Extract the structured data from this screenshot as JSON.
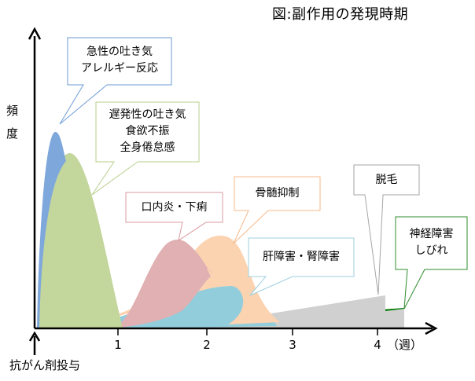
{
  "title": "図:副作用の発現時期",
  "y_axis": {
    "label_chars": [
      "頻",
      "度"
    ]
  },
  "x_axis": {
    "ticks": [
      "1",
      "2",
      "3",
      "4"
    ],
    "unit": "（週）",
    "origin_label": "抗がん剤投与"
  },
  "callouts": [
    {
      "id": "acute",
      "lines": [
        "急性の吐き気",
        "アレルギー反応"
      ],
      "border_color": "#6e9bd6"
    },
    {
      "id": "delayed",
      "lines": [
        "遅発性の吐き気",
        "食欲不振",
        "全身倦怠感"
      ],
      "border_color": "#b9cf8e"
    },
    {
      "id": "stomatitis",
      "lines": [
        "口内炎・下痢"
      ],
      "border_color": "#d99aa0"
    },
    {
      "id": "marrow",
      "lines": [
        "骨髄抑制"
      ],
      "border_color": "#f7b98a"
    },
    {
      "id": "liver",
      "lines": [
        "肝障害・腎障害"
      ],
      "border_color": "#9fd0e0"
    },
    {
      "id": "hair",
      "lines": [
        "脱毛"
      ],
      "border_color": "#a6a6a6"
    },
    {
      "id": "nerve",
      "lines": [
        "神経障害",
        "しびれ"
      ],
      "border_color": "#2e8b2e"
    }
  ],
  "chart_data": {
    "type": "area",
    "title": "図:副作用の発現時期",
    "xlabel": "（週）",
    "ylabel": "頻度",
    "x_ticks": [
      1,
      2,
      3,
      4
    ],
    "x_range": [
      0,
      4.3
    ],
    "origin_annotation": "抗がん剤投与",
    "series": [
      {
        "name": "急性の吐き気・アレルギー反応",
        "color": "#7ea7dc",
        "peak_week": 0.24,
        "relative_height": 0.95,
        "span_weeks": [
          0.03,
          0.5
        ]
      },
      {
        "name": "遅発性の吐き気・食欲不振・全身倦怠感",
        "color": "#c3d69b",
        "peak_week": 0.41,
        "relative_height": 0.87,
        "span_weeks": [
          0.03,
          1.05
        ]
      },
      {
        "name": "口内炎・下痢",
        "color": "#e0b0b3",
        "peak_week": 1.6,
        "relative_height": 0.42,
        "span_weeks": [
          0.9,
          2.3
        ]
      },
      {
        "name": "骨髄抑制",
        "color": "#fbd3b0",
        "peak_week": 2.14,
        "relative_height": 0.44,
        "span_weeks": [
          0.2,
          2.9
        ]
      },
      {
        "name": "肝障害・腎障害",
        "color": "#92cddc",
        "peak_week": 2.27,
        "relative_height": 0.2,
        "span_weeks": [
          0.4,
          2.8
        ]
      },
      {
        "name": "脱毛",
        "color": "#d0d0d0",
        "shape": "ramp",
        "start_week": 1.7,
        "end_week": 4.1,
        "end_relative_height": 0.14
      },
      {
        "name": "神経障害・しびれ",
        "color": "#007a00",
        "shape": "ramp",
        "start_week": 0.8,
        "end_week": 4.3,
        "end_relative_height": 0.08
      }
    ],
    "grid": false,
    "legend": "callouts"
  }
}
